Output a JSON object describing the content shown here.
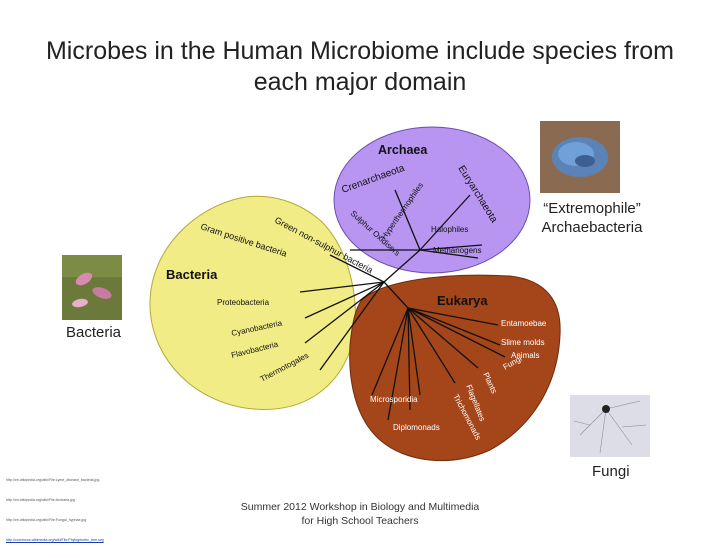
{
  "slide": {
    "title": "Microbes in the Human Microbiome include species from each major domain",
    "footer": "Summer 2012 Workshop in Biology and Multimedia for High School Teachers",
    "captions": {
      "archaea_photo": "“Extremophile” Archaebacteria",
      "bacteria_photo": "Bacteria",
      "fungi_photo": "Fungi"
    },
    "source_urls": [
      "http://en.wikipedia.org/wiki/File:Lyme_disease_bacteria.jpg",
      "http://en.wikipedia.org/wiki/File:Archaea.jpg",
      "http://en.wikipedia.org/wiki/File:Fungal_hyphae.jpg",
      "http://commons.wikimedia.org/wiki/File:Phylogenetic_tree.svg"
    ]
  },
  "tree": {
    "archaea": {
      "label": "Archaea",
      "groups": [
        "Crenarchaeota",
        "Euryarchaeota",
        "Hyperthermophiles",
        "Sulphur Oxidisers",
        "Halophiles",
        "Methanogens"
      ]
    },
    "bacteria": {
      "label": "Bacteria",
      "groups": [
        "Gram positive bacteria",
        "Green non-sulphur bacteria",
        "Proteobacteria",
        "Cyanobacteria",
        "Flavobacteria",
        "Thermotogales"
      ]
    },
    "eukarya": {
      "label": "Eukarya",
      "groups": [
        "Entamoebae",
        "Slime molds",
        "Animals",
        "Fungi",
        "Plants",
        "Microsporidia",
        "Flagellates",
        "Trichomonads",
        "Diplomonads"
      ]
    }
  },
  "colors": {
    "archaea": "#b795f0",
    "bacteria": "#f1ec86",
    "eukarya": "#a5461a",
    "title_text": "#222222"
  }
}
